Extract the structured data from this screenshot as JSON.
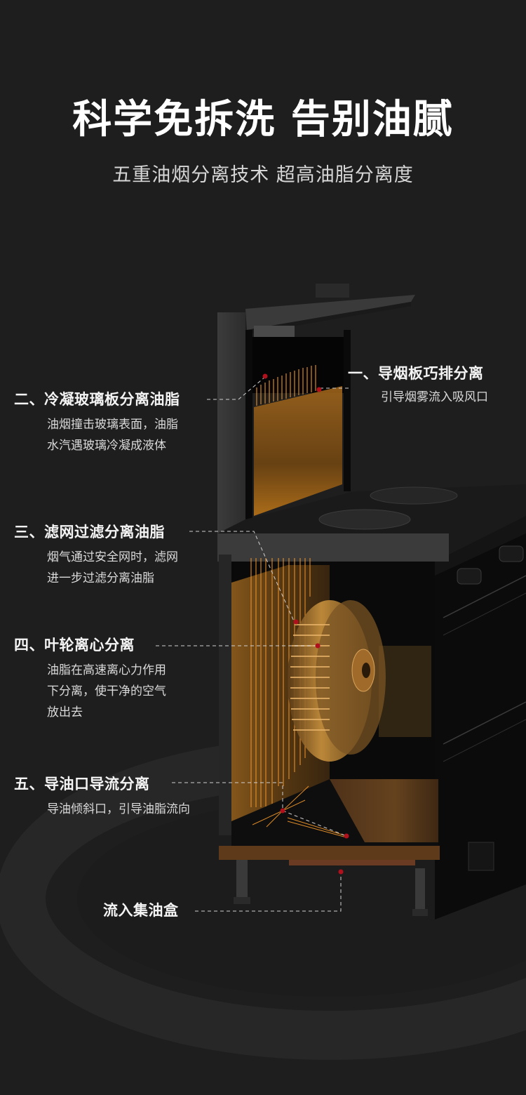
{
  "header": {
    "title": "科学免拆洗 告别油腻",
    "subtitle": "五重油烟分离技术 超高油脂分离度"
  },
  "callouts": [
    {
      "id": "step-1",
      "heading": "一、导烟板巧排分离",
      "description": [
        "引导烟雾流入吸风口"
      ]
    },
    {
      "id": "step-2",
      "heading": "二、冷凝玻璃板分离油脂",
      "description": [
        "油烟撞击玻璃表面，油脂",
        "水汽遇玻璃冷凝成液体"
      ]
    },
    {
      "id": "step-3",
      "heading": "三、滤网过滤分离油脂",
      "description": [
        "烟气通过安全网时，滤网",
        "进一步过滤分离油脂"
      ]
    },
    {
      "id": "step-4",
      "heading": "四、叶轮离心分离",
      "description": [
        "油脂在高速离心力作用",
        "下分离，使干净的空气",
        "放出去"
      ]
    },
    {
      "id": "step-5",
      "heading": "五、导油口导流分离",
      "description": [
        "导油倾斜口，引导油脂流向"
      ]
    },
    {
      "id": "step-6",
      "heading": "流入集油盒",
      "description": []
    }
  ],
  "colors": {
    "background": "#1e1e1e",
    "accent_orange": "#f0962a",
    "marker_red": "#b0101c",
    "title_text": "#ffffff",
    "body_text": "#dadada"
  }
}
